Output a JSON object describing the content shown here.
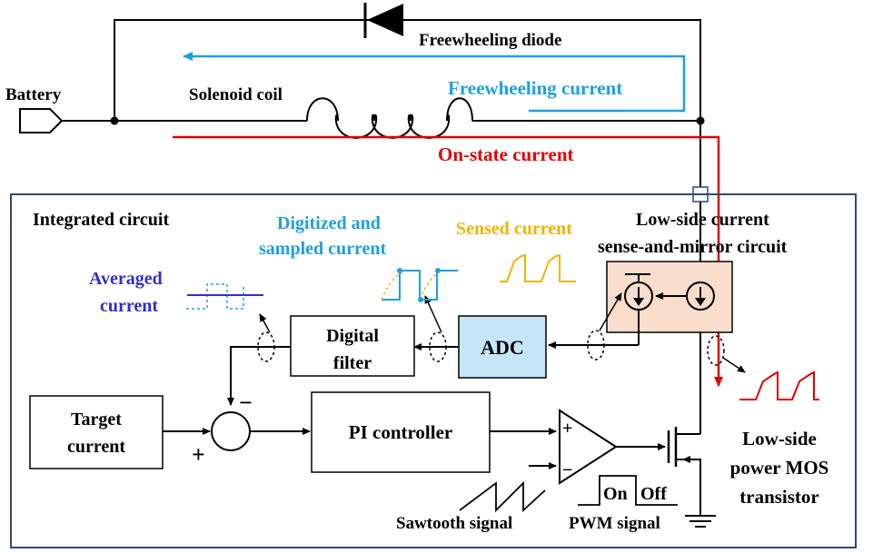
{
  "labels": {
    "battery": "Battery",
    "solenoid_coil": "Solenoid coil",
    "freewheeling_diode": "Freewheeling diode",
    "freewheeling_current": "Freewheeling current",
    "on_state_current": "On-state current",
    "integrated_circuit": "Integrated circuit",
    "digitized_line1": "Digitized and",
    "digitized_line2": "sampled current",
    "sensed_current": "Sensed current",
    "sense_mirror_line1": "Low-side current",
    "sense_mirror_line2": "sense-and-mirror circuit",
    "averaged_line1": "Averaged",
    "averaged_line2": "current",
    "digital_filter_line1": "Digital",
    "digital_filter_line2": "filter",
    "adc": "ADC",
    "target_line1": "Target",
    "target_line2": "current",
    "pi_controller": "PI controller",
    "plus_sign": "+",
    "minus_sign": "−",
    "comparator_plus": "+",
    "comparator_minus": "−",
    "sawtooth_signal": "Sawtooth signal",
    "pwm_signal": "PWM signal",
    "on": "On",
    "off": "Off",
    "mos_line1": "Low-side",
    "mos_line2": "power MOS",
    "mos_line3": "transistor"
  },
  "colors": {
    "wire": "#000000",
    "freewheeling_current": "#1ea0e0",
    "on_state_current": "#e00000",
    "digitized_current": "#1ea0e0",
    "sensed_current": "#f0b400",
    "averaged_current": "#3030c8",
    "ic_border": "#2e4a78",
    "adc_fill": "#c6e6f8",
    "mirror_fill": "#f8dccc"
  }
}
